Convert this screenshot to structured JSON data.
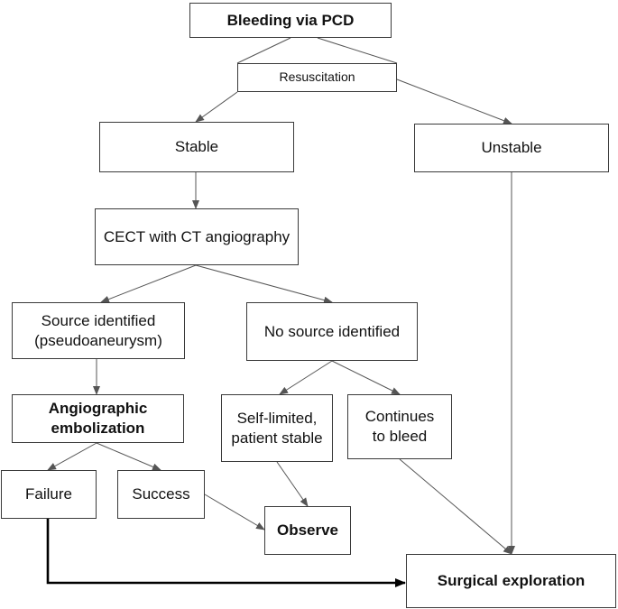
{
  "diagram": {
    "nodes": {
      "bleeding": "Bleeding via PCD",
      "resuscitation": "Resuscitation",
      "stable": "Stable",
      "unstable": "Unstable",
      "cect": "CECT with CT angiography",
      "source": "Source identified (pseudoaneurysm)",
      "nosource": "No source identified",
      "embolization": "Angiographic embolization",
      "selflimited": "Self-limited, patient stable",
      "continues": "Continues to bleed",
      "failure": "Failure",
      "success": "Success",
      "observe": "Observe",
      "surgical": "Surgical exploration"
    },
    "colors": {
      "line": "#555555",
      "bold_line": "#000000",
      "border": "#3a3a3a"
    }
  }
}
